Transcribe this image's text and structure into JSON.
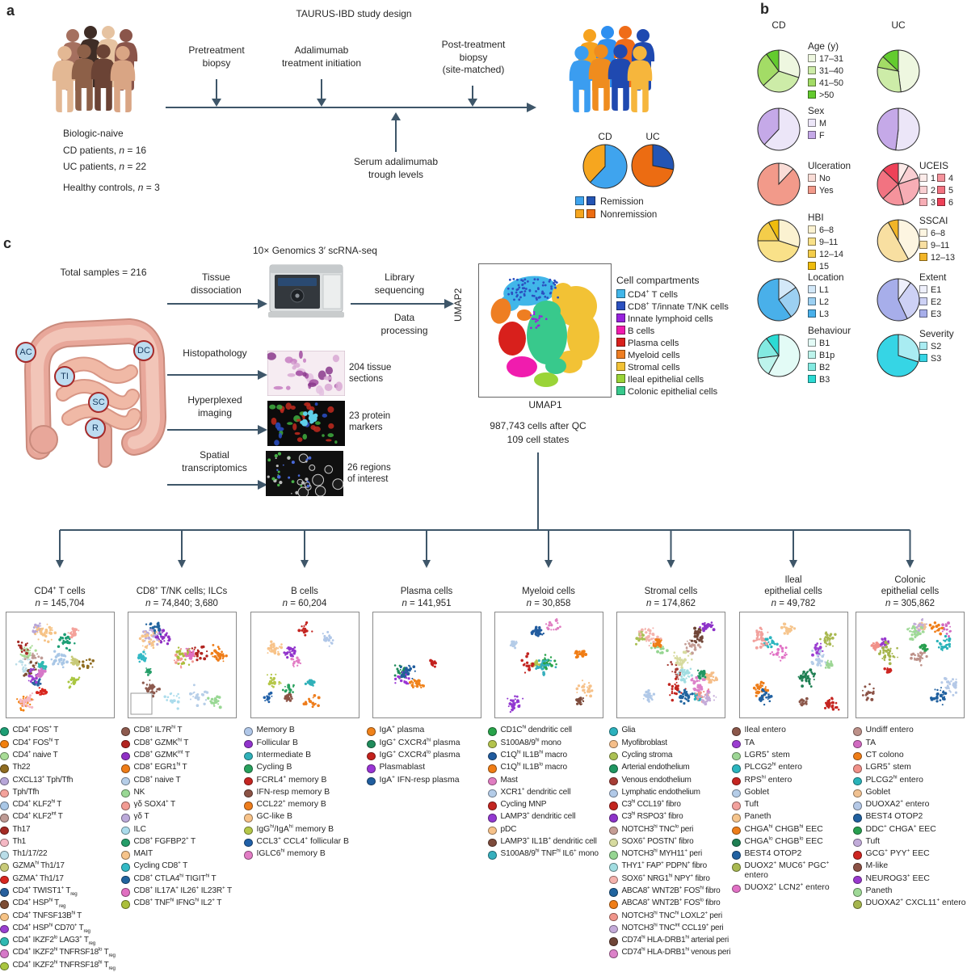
{
  "panel_a": {
    "label": "a",
    "title": "TAURUS-IBD study design",
    "cohort_lines": [
      "Biologic-naive",
      "CD patients, <i>n</i> = 16",
      "UC patients, <i>n</i> = 22",
      "Healthy controls, <i>n</i> = 3"
    ],
    "event_pretreatment": "Pretreatment<br>biopsy",
    "event_adalimumab": "Adalimumab<br>treatment initiation",
    "event_posttreatment": "Post-treatment<br>biopsy<br>(site-matched)",
    "event_serum": "Serum adalimumab<br>trough levels",
    "outcome_pies": [
      {
        "label": "CD",
        "slices": [
          {
            "color": "#3fa4ee",
            "pct": 62
          },
          {
            "color": "#f6a61f",
            "pct": 38
          }
        ]
      },
      {
        "label": "UC",
        "slices": [
          {
            "color": "#2355b4",
            "pct": 28
          },
          {
            "color": "#ec6c12",
            "pct": 72
          }
        ]
      }
    ],
    "outcome_legend": [
      {
        "label": "Remission",
        "colors": [
          "#3fa4ee",
          "#2355b4"
        ]
      },
      {
        "label": "Nonremission",
        "colors": [
          "#f6a61f",
          "#ec6c12"
        ]
      }
    ]
  },
  "panel_b": {
    "label": "b",
    "col_headers": [
      "CD",
      "UC"
    ],
    "rows": [
      {
        "mid": {
          "title": "Age (y)",
          "labels": [
            "17–31",
            "31–40",
            "41–50",
            ">50"
          ],
          "colors": [
            "#eef7e0",
            "#cdeca8",
            "#a3dc66",
            "#63cb2e"
          ]
        },
        "right": null,
        "cd": [
          30,
          33,
          27,
          10
        ],
        "uc": [
          48,
          30,
          9,
          13
        ],
        "uc_palette": "mid"
      },
      {
        "mid": {
          "title": "Sex",
          "labels": [
            "M",
            "F"
          ],
          "colors": [
            "#ece6f8",
            "#c5a9e8"
          ]
        },
        "right": null,
        "cd": [
          62,
          38
        ],
        "uc": [
          52,
          48
        ],
        "uc_palette": "mid"
      },
      {
        "mid": {
          "title": "Ulceration",
          "labels": [
            "No",
            "Yes"
          ],
          "colors": [
            "#f9dcd6",
            "#f29a8a"
          ]
        },
        "right": {
          "title": "UCEIS",
          "labels": [
            "1",
            "2",
            "3",
            "4",
            "5",
            "6"
          ],
          "colors": [
            "#fcebe9",
            "#f9cfd2",
            "#f7adb5",
            "#f5939c",
            "#f27381",
            "#ee4158"
          ],
          "two_col": true
        },
        "cd": [
          12,
          88
        ],
        "uc": [
          8,
          12,
          26,
          17,
          24,
          13
        ],
        "uc_palette": "right"
      },
      {
        "mid": {
          "title": "HBI",
          "labels": [
            "6–8",
            "9–11",
            "12–14",
            "15"
          ],
          "colors": [
            "#fbf2d1",
            "#f9e189",
            "#f4cd4a",
            "#efbc0c"
          ]
        },
        "right": {
          "title": "SSCAI",
          "labels": [
            "6–8",
            "9–11",
            "12–13"
          ],
          "colors": [
            "#fdf5e1",
            "#f8dfa1",
            "#f2b527"
          ]
        },
        "cd": [
          30,
          45,
          17,
          8
        ],
        "uc": [
          42,
          50,
          8
        ],
        "uc_palette": "right"
      },
      {
        "mid": {
          "title": "Location",
          "labels": [
            "L1",
            "L2",
            "L3"
          ],
          "colors": [
            "#d3e8f8",
            "#9cd0f2",
            "#49b0ea"
          ]
        },
        "right": {
          "title": "Extent",
          "labels": [
            "E1",
            "E2",
            "E3"
          ],
          "colors": [
            "#eff0fc",
            "#cdd1f5",
            "#a7aeea"
          ]
        },
        "cd": [
          15,
          25,
          60
        ],
        "uc": [
          10,
          33,
          57
        ],
        "uc_palette": "right"
      },
      {
        "mid": {
          "title": "Behaviour",
          "labels": [
            "B1",
            "B1p",
            "B2",
            "B3"
          ],
          "colors": [
            "#e3fbf6",
            "#bdf4ec",
            "#83eae1",
            "#2bdbd4"
          ]
        },
        "right": {
          "title": "Severity",
          "labels": [
            "S2",
            "S3"
          ],
          "colors": [
            "#a9ecf2",
            "#36d5e5"
          ]
        },
        "cd": [
          58,
          15,
          17,
          10
        ],
        "uc": [
          30,
          70
        ],
        "uc_palette": "right"
      }
    ]
  },
  "panel_c": {
    "label": "c",
    "total_samples": "Total samples = 216",
    "site_badges": [
      "AC",
      "DC",
      "TI",
      "SC",
      "R"
    ],
    "seq_title": "10× Genomics 3′ scRNA-seq",
    "flow": {
      "tissue": "Tissue<br>dissociation",
      "library": "Library<br>sequencing",
      "data": "Data<br>processing",
      "histo": "Histopathology",
      "hyper": "Hyperplexed<br>imaging",
      "spatial": "Spatial<br>transcriptomics"
    },
    "results": {
      "histo": "204 tissue<br>sections",
      "hyper": "23 protein<br>markers",
      "spatial": "26 regions<br>of interest"
    },
    "umap": {
      "x_label": "UMAP1",
      "y_label": "UMAP2"
    },
    "compartments_title": "Cell compartments",
    "compartments": [
      {
        "label": "CD4<sup>+</sup> T cells",
        "color": "#41b6e9"
      },
      {
        "label": "CD8<sup>+</sup> T/innate T/NK cells",
        "color": "#2b50c0"
      },
      {
        "label": "Innate lymphoid cells",
        "color": "#9722dd"
      },
      {
        "label": "B cells",
        "color": "#f01cae"
      },
      {
        "label": "Plasma cells",
        "color": "#d8201c"
      },
      {
        "label": "Myeloid cells",
        "color": "#ee7e22"
      },
      {
        "label": "Stromal cells",
        "color": "#f2c235"
      },
      {
        "label": "Ileal epithelial cells",
        "color": "#9ad437"
      },
      {
        "label": "Colonic epithelial cells",
        "color": "#38c98c"
      }
    ],
    "qc_line1": "987,743 cells after QC",
    "qc_line2": "109 cell states"
  },
  "columns": [
    {
      "name": "CD4<sup>+</sup> T cells",
      "n": "<i>n</i> = 145,704",
      "items": [
        {
          "label": "CD4<sup>+</sup> FOS<sup>+</sup> T",
          "color": "#1d9e74"
        },
        {
          "label": "CD4<sup>+</sup> FOS<sup>hi</sup> T",
          "color": "#f2800d"
        },
        {
          "label": "CD4<sup>+</sup> naive T",
          "color": "#a8dc96"
        },
        {
          "label": "Th22",
          "color": "#8f6c20"
        },
        {
          "label": "CXCL13<sup>+</sup> Tph/Tfh",
          "color": "#b7a6d8"
        },
        {
          "label": "Tph/Tfh",
          "color": "#f4a29b"
        },
        {
          "label": "CD4<sup>+</sup> KLF2<sup>hi</sup> T",
          "color": "#a9c7e6"
        },
        {
          "label": "CD4<sup>+</sup> KLF2<sup>int</sup> T",
          "color": "#bf9b95"
        },
        {
          "label": "Th17",
          "color": "#a42a24"
        },
        {
          "label": "Th1",
          "color": "#f5b8c4"
        },
        {
          "label": "Th1/17/22",
          "color": "#b9dde8"
        },
        {
          "label": "GZMA<sup>hi</sup> Th1/17",
          "color": "#c8ca78"
        },
        {
          "label": "GZMA<sup>+</sup> Th1/17",
          "color": "#d8261e"
        },
        {
          "label": "CD4<sup>+</sup> TWIST1<sup>+</sup> T<sub>reg</sub>",
          "color": "#28609e"
        },
        {
          "label": "CD4<sup>+</sup> HSP<sup>hi</sup> T<sub>reg</sub>",
          "color": "#7c4c33"
        },
        {
          "label": "CD4<sup>+</sup> TNFSF13B<sup>hi</sup> T",
          "color": "#f6c386"
        },
        {
          "label": "CD4<sup>+</sup> HSP<sup>hi</sup> CD70<sup>+</sup> T<sub>reg</sub>",
          "color": "#9a40d0"
        },
        {
          "label": "CD4<sup>+</sup> IKZF2<sup>lo</sup> LAG3<sup>+</sup> T<sub>reg</sub>",
          "color": "#2fb9b2"
        },
        {
          "label": "CD4<sup>+</sup> IKZF2<sup>hi</sup> TNFRSF18<sup>lo</sup> T<sub>reg</sub>",
          "color": "#d678c8"
        },
        {
          "label": "CD4<sup>+</sup> IKZF2<sup>hi</sup> TNFRSF18<sup>hi</sup> T<sub>reg</sub>",
          "color": "#a9c640"
        }
      ]
    },
    {
      "name": "CD8<sup>+</sup> T/NK cells; ILCs",
      "n": "<i>n</i> = 74,840; 3,680",
      "items": [
        {
          "label": "CD8<sup>+</sup> IL7R<sup>hi</sup> T",
          "color": "#8d5a4e"
        },
        {
          "label": "CD8<sup>+</sup> GZMK<sup>hi</sup> T",
          "color": "#b22420"
        },
        {
          "label": "CD8<sup>+</sup> GZMK<sup>int</sup> T",
          "color": "#8f30c5"
        },
        {
          "label": "CD8<sup>+</sup> EGR1<sup>hi</sup> T",
          "color": "#ef7d18"
        },
        {
          "label": "CD8<sup>+</sup> naive T",
          "color": "#b6cee8"
        },
        {
          "label": "NK",
          "color": "#99d894"
        },
        {
          "label": "γδ SOX4<sup>+</sup> T",
          "color": "#f29b93"
        },
        {
          "label": "γδ T",
          "color": "#bcaada"
        },
        {
          "label": "ILC",
          "color": "#abdcec"
        },
        {
          "label": "CD8<sup>+</sup> FGFBP2<sup>+</sup> T",
          "color": "#259e69"
        },
        {
          "label": "MAIT",
          "color": "#f6c48b"
        },
        {
          "label": "Cycling CD8<sup>+</sup> T",
          "color": "#33b9c5"
        },
        {
          "label": "CD8<sup>+</sup> CTLA4<sup>hi</sup> TIGIT<sup>hi</sup> T",
          "color": "#21649e"
        },
        {
          "label": "CD8<sup>+</sup> IL17A<sup>+</sup> IL26<sup>+</sup> IL23R<sup>+</sup> T",
          "color": "#e06fc1"
        },
        {
          "label": "CD8<sup>+</sup> TNF<sup>hi</sup> IFNG<sup>hi</sup> IL2<sup>+</sup> T",
          "color": "#abbf3b"
        }
      ]
    },
    {
      "name": "B cells",
      "n": "<i>n</i> = 60,204",
      "items": [
        {
          "label": "Memory B",
          "color": "#b0c7e8"
        },
        {
          "label": "Follicular B",
          "color": "#9133cc"
        },
        {
          "label": "Intermediate B",
          "color": "#30b1b9"
        },
        {
          "label": "Cycling B",
          "color": "#28a15d"
        },
        {
          "label": "FCRL4<sup>+</sup> memory B",
          "color": "#c42521"
        },
        {
          "label": "IFN-resp memory B",
          "color": "#8b5245"
        },
        {
          "label": "CCL22<sup>+</sup> memory B",
          "color": "#ee7d1d"
        },
        {
          "label": "GC-like B",
          "color": "#f8c389"
        },
        {
          "label": "IgG<sup>hi</sup>/IgA<sup>hi</sup> memory B",
          "color": "#b5c749"
        },
        {
          "label": "CCL3<sup>+</sup> CCL4<sup>+</sup> follicular B",
          "color": "#2060a8"
        },
        {
          "label": "IGLC6<sup>hi</sup> memory B",
          "color": "#e27dc5"
        }
      ]
    },
    {
      "name": "Plasma cells",
      "n": "<i>n</i> = 141,951",
      "items": [
        {
          "label": "IgA<sup>+</sup> plasma",
          "color": "#f0821a"
        },
        {
          "label": "IgG<sup>+</sup> CXCR4<sup>hi</sup> plasma",
          "color": "#1f8b5b"
        },
        {
          "label": "IgG<sup>+</sup> CXCR4<sup>lo</sup> plasma",
          "color": "#c3211d"
        },
        {
          "label": "Plasmablast",
          "color": "#9a35d5"
        },
        {
          "label": "IgA<sup>+</sup> IFN-resp plasma",
          "color": "#205d9e"
        }
      ]
    },
    {
      "name": "Myeloid cells",
      "n": "<i>n</i> = 30,858",
      "items": [
        {
          "label": "CD1C<sup>hi</sup> dendritic cell",
          "color": "#28a34a"
        },
        {
          "label": "S100A8/9<sup>hi</sup> mono",
          "color": "#b3c34c"
        },
        {
          "label": "C1Q<sup>hi</sup> IL1B<sup>hi</sup> macro",
          "color": "#205b9e"
        },
        {
          "label": "C1Q<sup>hi</sup> IL1B<sup>lo</sup> macro",
          "color": "#f07d15"
        },
        {
          "label": "Mast",
          "color": "#e07dc1"
        },
        {
          "label": "XCR1<sup>+</sup> dendritic cell",
          "color": "#b4cce8"
        },
        {
          "label": "Cycling MNP",
          "color": "#c32521"
        },
        {
          "label": "LAMP3<sup>+</sup> dendritic cell",
          "color": "#9339d1"
        },
        {
          "label": "pDC",
          "color": "#f6c189"
        },
        {
          "label": "LAMP3<sup>+</sup> IL1B<sup>+</sup> dendritic cell",
          "color": "#7d4b3b"
        },
        {
          "label": "S100A8/9<sup>hi</sup> TNF<sup>hi</sup> IL6<sup>+</sup> mono",
          "color": "#36afbd"
        }
      ]
    },
    {
      "name": "Stromal cells",
      "n": "<i>n</i> = 174,862",
      "items": [
        {
          "label": "Glia",
          "color": "#2bb1bd"
        },
        {
          "label": "Myofibroblast",
          "color": "#f5be89"
        },
        {
          "label": "Cycling stroma",
          "color": "#abc053"
        },
        {
          "label": "Arterial endothelium",
          "color": "#209661"
        },
        {
          "label": "Venous endothelium",
          "color": "#a63d35"
        },
        {
          "label": "Lymphatic endothelium",
          "color": "#b1c9e8"
        },
        {
          "label": "C3<sup>hi</sup> CCL19<sup>+</sup> fibro",
          "color": "#c3251f"
        },
        {
          "label": "C3<sup>hi</sup> RSPO3<sup>+</sup> fibro",
          "color": "#8d33c9"
        },
        {
          "label": "NOTCH3<sup>hi</sup> TNC<sup>lo</sup> peri",
          "color": "#c59d95"
        },
        {
          "label": "SOX6<sup>+</sup> POSTN<sup>+</sup> fibro",
          "color": "#d7db9f"
        },
        {
          "label": "NOTCH3<sup>hi</sup> MYH11<sup>+</sup> peri",
          "color": "#95d591"
        },
        {
          "label": "THY1<sup>+</sup> FAP<sup>+</sup> PDPN<sup>+</sup> fibro",
          "color": "#a1dde1"
        },
        {
          "label": "SOX6<sup>+</sup> NRG1<sup>hi</sup> NPY<sup>+</sup> fibro",
          "color": "#f4b3ad"
        },
        {
          "label": "ABCA8<sup>+</sup> WNT2B<sup>+</sup> FOS<sup>hi</sup> fibro",
          "color": "#20649f"
        },
        {
          "label": "ABCA8<sup>+</sup> WNT2B<sup>+</sup> FOS<sup>lo</sup> fibro",
          "color": "#ef7d17"
        },
        {
          "label": "NOTCH3<sup>hi</sup> TNC<sup>hi</sup> LOXL2<sup>+</sup> peri",
          "color": "#f0958b"
        },
        {
          "label": "NOTCH3<sup>hi</sup> TNC<sup>int</sup> CCL19<sup>+</sup> peri",
          "color": "#c4abd9"
        },
        {
          "label": "CD74<sup>hi</sup> HLA-DRB1<sup>hi</sup> arterial peri",
          "color": "#6f4537"
        },
        {
          "label": "CD74<sup>hi</sup> HLA-DRB1<sup>hi</sup> venous peri",
          "color": "#dc81c9"
        }
      ]
    },
    {
      "name": "Ileal<br>epithelial cells",
      "n": "<i>n</i> = 49,782",
      "items": [
        {
          "label": "Ileal entero",
          "color": "#8b574a"
        },
        {
          "label": "TA",
          "color": "#9b3dd1"
        },
        {
          "label": "LGR5<sup>+</sup> stem",
          "color": "#9dd695"
        },
        {
          "label": "PLCG2<sup>hi</sup> entero",
          "color": "#2bb5bf"
        },
        {
          "label": "RPS<sup>hi</sup> entero",
          "color": "#c52521"
        },
        {
          "label": "Goblet",
          "color": "#b5cde8"
        },
        {
          "label": "Tuft",
          "color": "#f2a19d"
        },
        {
          "label": "Paneth",
          "color": "#f6c58d"
        },
        {
          "label": "CHGA<sup>hi</sup> CHGB<sup>hi</sup> EEC",
          "color": "#ee7d19"
        },
        {
          "label": "CHGA<sup>lo</sup> CHGB<sup>lo</sup> EEC",
          "color": "#1f7f53"
        },
        {
          "label": "BEST4 OTOP2",
          "color": "#2161a1"
        },
        {
          "label": "DUOX2<sup>+</sup> MUC6<sup>+</sup> PGC<sup>+</sup> entero",
          "color": "#a9b951"
        },
        {
          "label": "DUOX2<sup>+</sup> LCN2<sup>+</sup> entero",
          "color": "#e171c5"
        }
      ]
    },
    {
      "name": "Colonic<br>epithelial cells",
      "n": "<i>n</i> = 305,862",
      "items": [
        {
          "label": "Undiff entero",
          "color": "#bd9189"
        },
        {
          "label": "TA",
          "color": "#d16ac1"
        },
        {
          "label": "CT colono",
          "color": "#ef7d17"
        },
        {
          "label": "LGR5<sup>+</sup> stem",
          "color": "#f19189"
        },
        {
          "label": "PLCG2<sup>hi</sup> entero",
          "color": "#29b3b9"
        },
        {
          "label": "Goblet",
          "color": "#f0c191"
        },
        {
          "label": "DUOXA2<sup>+</sup> entero",
          "color": "#b5c9e7"
        },
        {
          "label": "BEST4 OTOP2",
          "color": "#20609f"
        },
        {
          "label": "DDC<sup>+</sup> CHGA<sup>+</sup> EEC",
          "color": "#289f4f"
        },
        {
          "label": "Tuft",
          "color": "#c1abd9"
        },
        {
          "label": "GCG<sup>+</sup> PYY<sup>+</sup> EEC",
          "color": "#cd2521"
        },
        {
          "label": "M-like",
          "color": "#8b5145"
        },
        {
          "label": "NEUROG3<sup>+</sup> EEC",
          "color": "#9939cd"
        },
        {
          "label": "Paneth",
          "color": "#9fd997"
        },
        {
          "label": "DUOXA2<sup>+</sup> CXCL11<sup>+</sup> entero",
          "color": "#a5b54d"
        }
      ]
    }
  ]
}
